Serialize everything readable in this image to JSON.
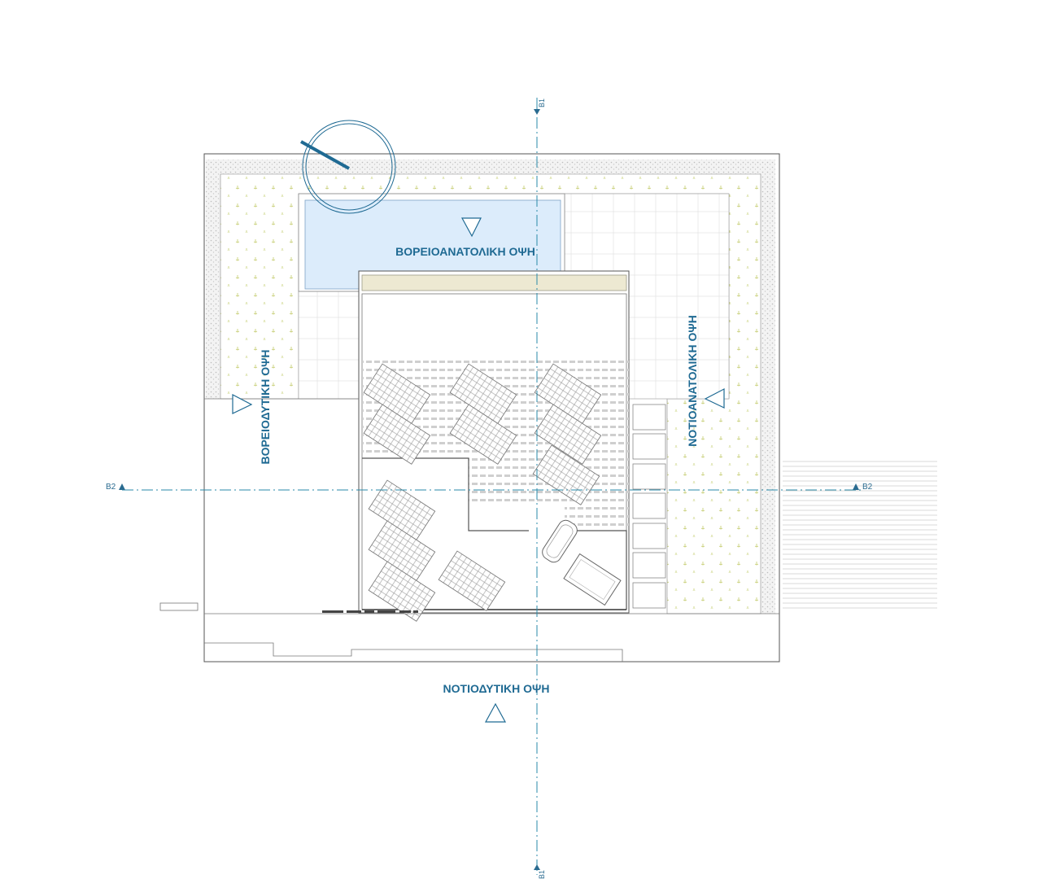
{
  "labels": {
    "northeast": "ΒΟΡΕΙΟΑΝΑΤΟΛΙΚΗ ΟΨΗ",
    "northwest": "ΒΟΡΕΙΟΔΥΤΙΚΗ ΟΨΗ",
    "southeast": "ΝΟΤΙΟΑΝΑΤΟΛΙΚΗ ΟΨΗ",
    "southwest": "ΝΟΤΙΟΔΥΤΙΚΗ ΟΨΗ"
  },
  "section_marks": {
    "b1": "B1",
    "b2": "B2"
  },
  "colors": {
    "label": "#1f6a93",
    "axis": "#2a6b90",
    "pool": "#dcecfb",
    "garden_dot": "#c9d07a",
    "pergola_beam": "#ede9d2",
    "line": "#555555"
  }
}
